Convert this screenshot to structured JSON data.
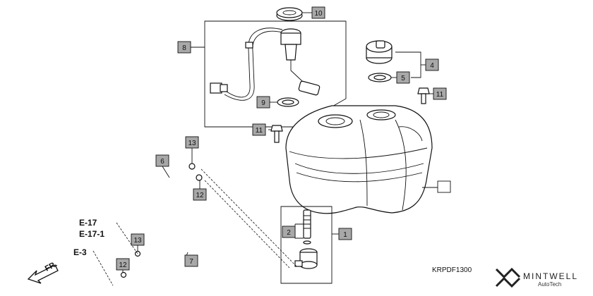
{
  "callouts": {
    "c1": "1",
    "c2": "2",
    "c4": "4",
    "c5": "5",
    "c6": "6",
    "c7": "7",
    "c8": "8",
    "c9": "9",
    "c10": "10",
    "c11a": "11",
    "c11b": "11",
    "c12a": "12",
    "c12b": "12",
    "c13a": "13",
    "c13b": "13",
    "c_blank": ""
  },
  "refs": {
    "e17": "E-17",
    "e171": "E-17-1",
    "e3": "E-3"
  },
  "direction": {
    "fr": "FR."
  },
  "diagram_code": "KRPDF1300",
  "brand": {
    "name": "MINTWELL",
    "sub": "AutoTech"
  },
  "colors": {
    "callout_fill": "#a8a8a8",
    "line": "#111111",
    "background": "#ffffff"
  }
}
